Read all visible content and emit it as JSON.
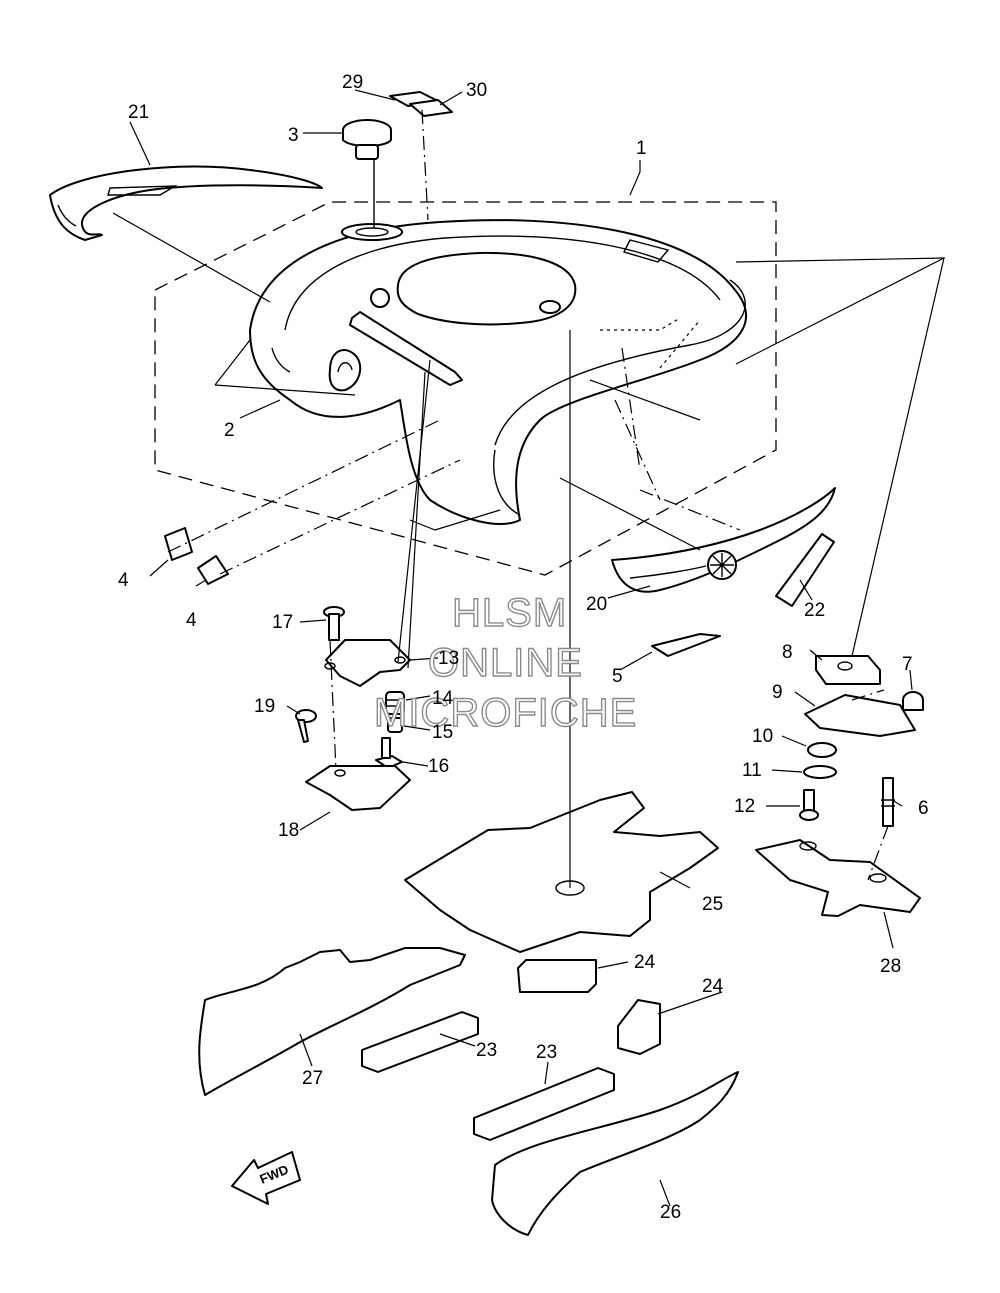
{
  "watermark": {
    "line1": "HLSM",
    "line2": "ONLINE",
    "line3": "MICROFICHE",
    "color": "#8c8c8c"
  },
  "direction_marker": "FWD",
  "callouts": [
    {
      "id": "c1",
      "label": "1"
    },
    {
      "id": "c2",
      "label": "2"
    },
    {
      "id": "c3",
      "label": "3"
    },
    {
      "id": "c4a",
      "label": "4"
    },
    {
      "id": "c4b",
      "label": "4"
    },
    {
      "id": "c5",
      "label": "5"
    },
    {
      "id": "c6",
      "label": "6"
    },
    {
      "id": "c7",
      "label": "7"
    },
    {
      "id": "c8",
      "label": "8"
    },
    {
      "id": "c9",
      "label": "9"
    },
    {
      "id": "c10",
      "label": "10"
    },
    {
      "id": "c11",
      "label": "11"
    },
    {
      "id": "c12",
      "label": "12"
    },
    {
      "id": "c13",
      "label": "13"
    },
    {
      "id": "c14",
      "label": "14"
    },
    {
      "id": "c15",
      "label": "15"
    },
    {
      "id": "c16",
      "label": "16"
    },
    {
      "id": "c17",
      "label": "17"
    },
    {
      "id": "c18",
      "label": "18"
    },
    {
      "id": "c19",
      "label": "19"
    },
    {
      "id": "c20",
      "label": "20"
    },
    {
      "id": "c21",
      "label": "21"
    },
    {
      "id": "c22",
      "label": "22"
    },
    {
      "id": "c23a",
      "label": "23"
    },
    {
      "id": "c23b",
      "label": "23"
    },
    {
      "id": "c24a",
      "label": "24"
    },
    {
      "id": "c24b",
      "label": "24"
    },
    {
      "id": "c25",
      "label": "25"
    },
    {
      "id": "c26",
      "label": "26"
    },
    {
      "id": "c27",
      "label": "27"
    },
    {
      "id": "c28",
      "label": "28"
    },
    {
      "id": "c29",
      "label": "29"
    },
    {
      "id": "c30",
      "label": "30"
    }
  ]
}
